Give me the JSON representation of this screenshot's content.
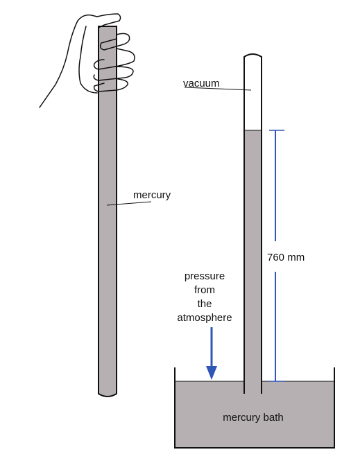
{
  "labels": {
    "vacuum": "vacuum",
    "mercury": "mercury",
    "height": "760 mm",
    "pressure_lines": [
      "pressure",
      "from",
      "the",
      "atmosphere"
    ],
    "bath": "mercury bath"
  },
  "colors": {
    "mercury": "#b7b0b2",
    "outline": "#111111",
    "accent": "#2f55b5"
  }
}
